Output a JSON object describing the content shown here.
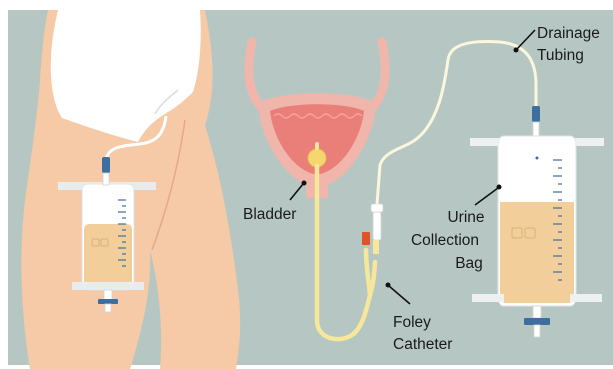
{
  "labels": {
    "drainage_tubing": [
      "Drainage",
      "Tubing"
    ],
    "bladder": "Bladder",
    "urine_collection_bag": [
      "Urine",
      "Collection",
      "Bag"
    ],
    "foley_catheter": [
      "Foley",
      "Catheter"
    ]
  },
  "colors": {
    "background": "#b6c7c3",
    "skin": "#f6c9a7",
    "underwear": "#ffffff",
    "bladder_wall": "#f0b6ab",
    "bladder_inner": "#ea7f79",
    "catheter": "#f6e79a",
    "urine": "#f2cf9a",
    "valve_blue": "#3c6fa0",
    "clamp_red": "#e0532a"
  }
}
